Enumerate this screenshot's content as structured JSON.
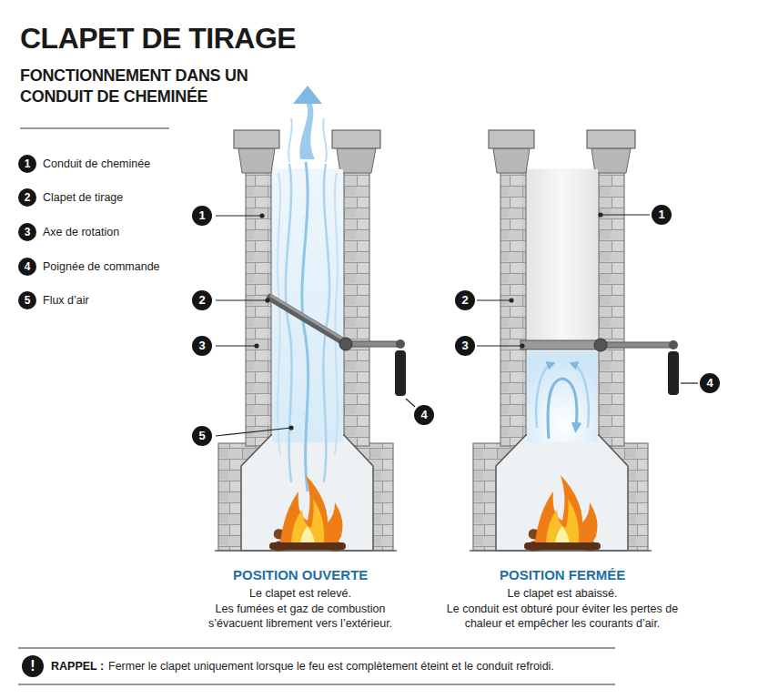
{
  "diagram": {
    "title": "CLAPET DE TIRAGE",
    "labels": [
      "FONCTIONNEMENT DANS UN CONDUIT DE CHEMINÉE",
      "1",
      "2",
      "3",
      "4",
      "5",
      "1",
      "2",
      "3",
      "5",
      "4",
      "1",
      "2",
      "3",
      "4",
      "POSITION OUVERTE",
      "Le clapet est relevé.",
      "Les fumées et gaz de combustion s’évacuent librement vers l’extérieur.",
      "POSITION FERMÉE",
      "Le clapet est abaissé.",
      "Le conduit est obturé pour éviter les pertes de chaleur et empêcher les courants d’air.",
      "!",
      "RAPPEL :",
      "Fermer le clapet uniquement lorsque le feu est complètement éteint et le conduit refroidi."
    ],
    "legend": [
      {
        "text": "Conduit de cheminée"
      },
      {
        "text": "Clapet de tirage"
      },
      {
        "text": "Axe de rotation"
      },
      {
        "text": "Poignée de commande"
      },
      {
        "text": "Flux d’air"
      }
    ]
  }
}
